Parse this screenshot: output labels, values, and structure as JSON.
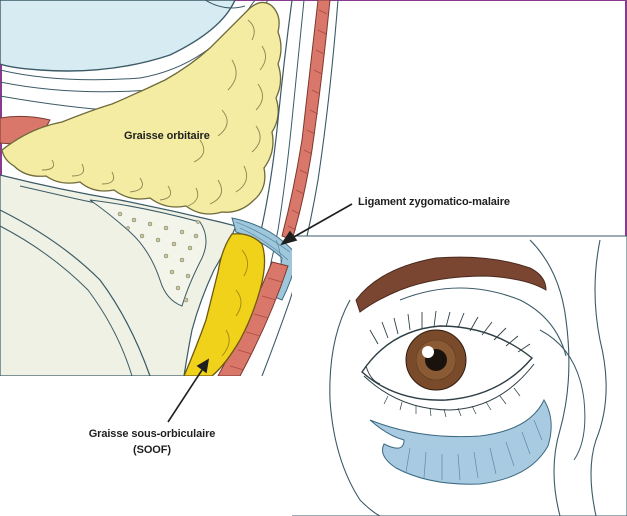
{
  "figure": {
    "labels": {
      "orbital_fat": "Graisse orbitaire",
      "ligament": "Ligament zygomatico-malaire",
      "soof_line1": "Graisse sous-orbiculaire",
      "soof_line2": "(SOOF)"
    },
    "colors": {
      "frame": "#8a3a8e",
      "globe": "#d7ecf2",
      "orbital_fat": "#f4eca2",
      "soof": "#f0d21a",
      "muscle": "#d9776a",
      "ligament": "#9fc7dc",
      "bone": "#eef1e4",
      "iris": "#7a4b2a",
      "brow": "#7a4632",
      "fat_pad_blue": "#a9cbe2"
    }
  }
}
